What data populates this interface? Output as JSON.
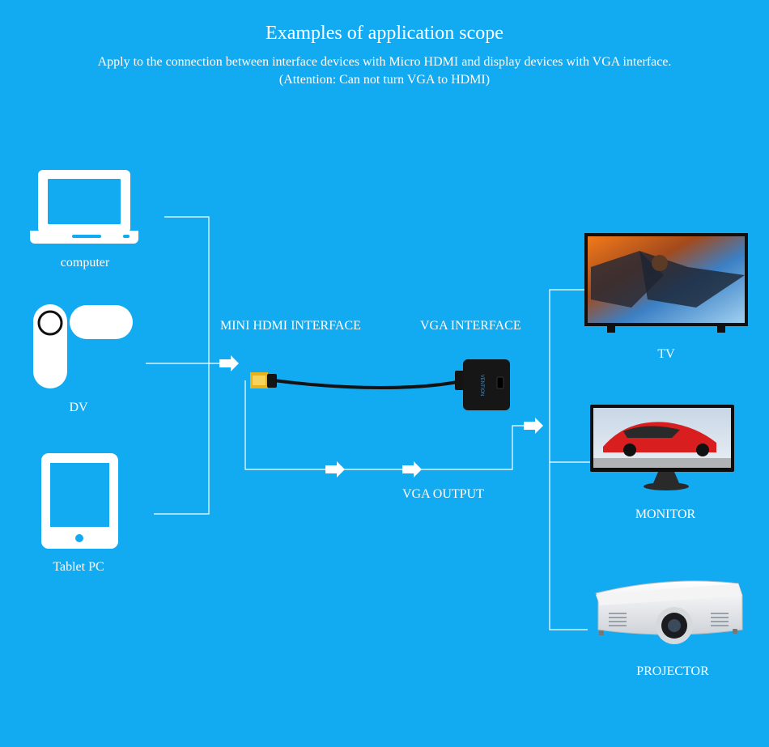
{
  "header": {
    "title": "Examples of application scope",
    "subtitle_line1": "Apply to the connection between interface devices with Micro HDMI and display devices with VGA interface.",
    "subtitle_line2": "(Attention: Can not turn VGA to HDMI)"
  },
  "sources": [
    {
      "label": "computer",
      "icon": "laptop-icon"
    },
    {
      "label": "DV",
      "icon": "camcorder-icon"
    },
    {
      "label": "Tablet PC",
      "icon": "tablet-icon"
    }
  ],
  "adapter": {
    "mini_hdmi_label": "MINI HDMI INTERFACE",
    "vga_label": "VGA INTERFACE",
    "vga_output_label": "VGA OUTPUT",
    "brand_text": "VENTION"
  },
  "displays": [
    {
      "label": "TV",
      "icon": "tv-icon"
    },
    {
      "label": "MONITOR",
      "icon": "monitor-icon"
    },
    {
      "label": "PROJECTOR",
      "icon": "projector-icon"
    }
  ],
  "colors": {
    "background": "#12aaf0",
    "line": "#ffffff",
    "connector_gold": "#e8b21c"
  }
}
